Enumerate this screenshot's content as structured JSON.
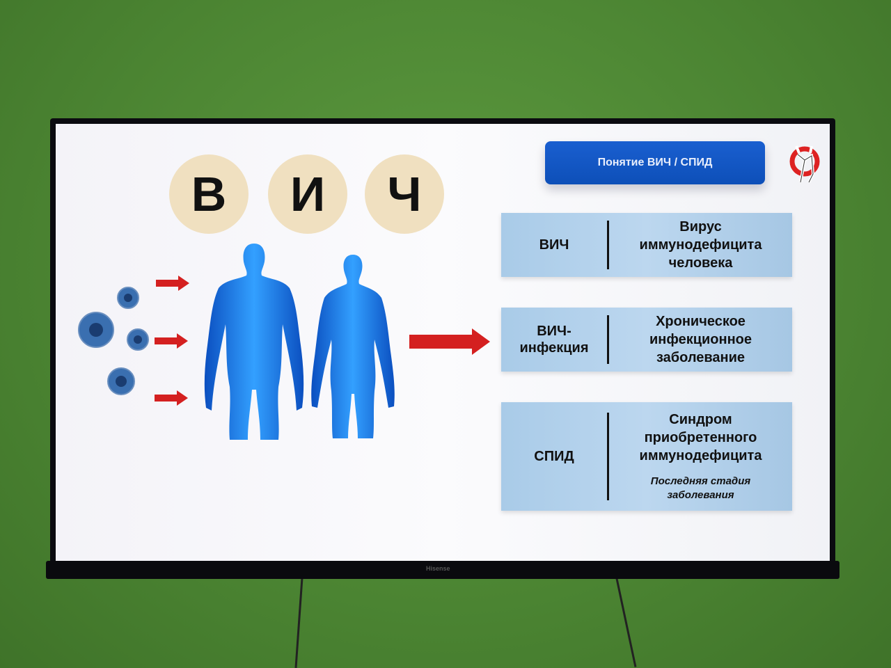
{
  "slide": {
    "letters": [
      "В",
      "И",
      "Ч"
    ],
    "title_button": "Понятие ВИЧ / СПИД",
    "cards": [
      {
        "term": "ВИЧ",
        "definition": [
          "Вирус",
          "иммунодефицита",
          "человека"
        ]
      },
      {
        "term": [
          "ВИЧ-",
          "инфекция"
        ],
        "definition": [
          "Хроническое",
          "инфекционное",
          "заболевание"
        ]
      },
      {
        "term": "СПИД",
        "definition": [
          "Синдром",
          "приобретенного",
          "иммунодефицита"
        ],
        "note": [
          "Последняя стадия",
          "заболевания"
        ]
      }
    ]
  },
  "tv": {
    "brand": "Hisense"
  },
  "colors": {
    "accent": "#0d4fb8",
    "card": "#b3d1ec",
    "arrow": "#d42020",
    "body": "#1e6fe0",
    "wall": "#4f8a36"
  }
}
